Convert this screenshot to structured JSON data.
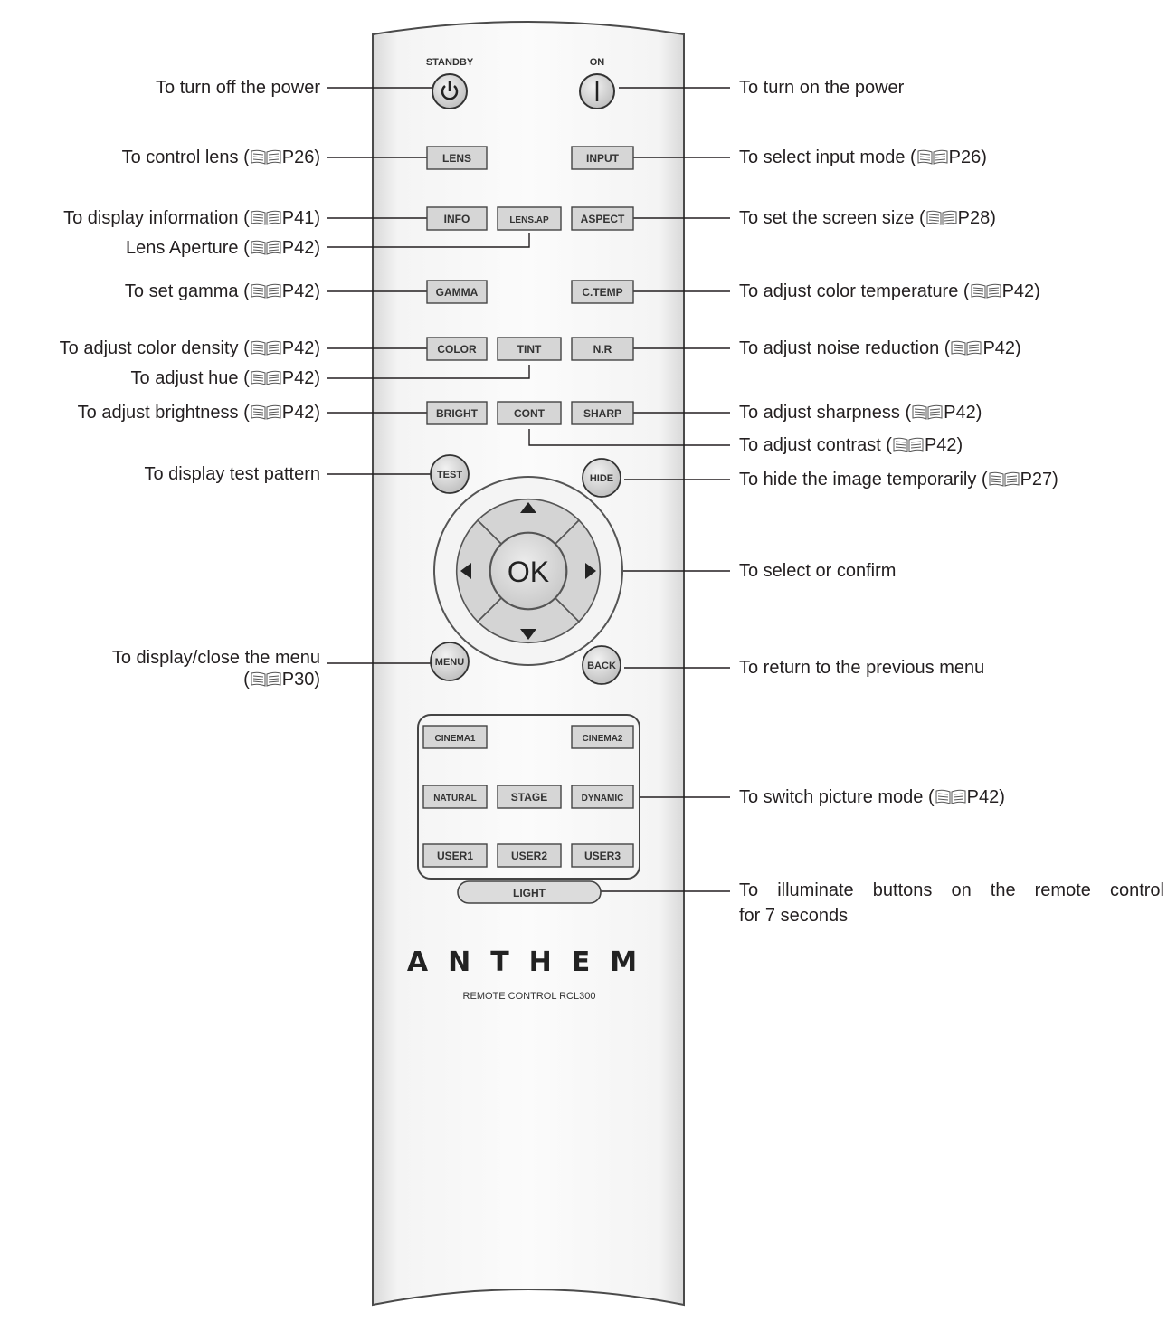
{
  "remote": {
    "power": {
      "standby": "STANDBY",
      "on": "ON"
    },
    "buttons": {
      "lens": "LENS",
      "input": "INPUT",
      "info": "INFO",
      "lens_ap": "LENS.AP",
      "aspect": "ASPECT",
      "gamma": "GAMMA",
      "ctemp": "C.TEMP",
      "color": "COLOR",
      "tint": "TINT",
      "nr": "N.R",
      "bright": "BRIGHT",
      "cont": "CONT",
      "sharp": "SHARP",
      "test": "TEST",
      "hide": "HIDE",
      "ok": "OK",
      "menu": "MENU",
      "back": "BACK",
      "cinema1": "CINEMA1",
      "cinema2": "CINEMA2",
      "natural": "NATURAL",
      "stage": "STAGE",
      "dynamic": "DYNAMIC",
      "user1": "USER1",
      "user2": "USER2",
      "user3": "USER3",
      "light": "LIGHT"
    },
    "brand": "ANTHEM",
    "model": "REMOTE CONTROL RCL300"
  },
  "callouts": {
    "power_off": "To turn off the power",
    "control_lens": {
      "text": "To control lens (",
      "page": "P26)"
    },
    "display_info": {
      "text": "To display information (",
      "page": "P41)"
    },
    "lens_aperture": {
      "text": "Lens Aperture (",
      "page": "P42)"
    },
    "set_gamma": {
      "text": "To set gamma (",
      "page": "P42)"
    },
    "color_density": {
      "text": "To adjust color density (",
      "page": "P42)"
    },
    "hue": {
      "text": "To adjust hue (",
      "page": "P42)"
    },
    "brightness": {
      "text": "To adjust brightness (",
      "page": "P42)"
    },
    "test_pattern": "To display test pattern",
    "menu": {
      "line1": "To display/close the menu",
      "open": "(",
      "page": "P30)"
    },
    "power_on": "To turn on the power",
    "input_mode": {
      "text": "To select input mode (",
      "page": "P26)"
    },
    "screen_size": {
      "text": "To set the screen size (",
      "page": "P28)"
    },
    "color_temp": {
      "text": "To adjust color temperature (",
      "page": "P42)"
    },
    "noise": {
      "text": "To adjust noise reduction (",
      "page": "P42)"
    },
    "sharpness": {
      "text": "To adjust sharpness (",
      "page": "P42)"
    },
    "contrast": {
      "text": "To adjust contrast (",
      "page": "P42)"
    },
    "hide": {
      "text": "To hide the image temporarily (",
      "page": "P27)"
    },
    "select_confirm": "To select or confirm",
    "return_menu": "To return to the previous menu",
    "picture_mode": {
      "text": "To switch picture mode (",
      "page": "P42)"
    },
    "illuminate": {
      "line1": "To illuminate buttons on the remote control",
      "line2": "for 7 seconds"
    }
  }
}
